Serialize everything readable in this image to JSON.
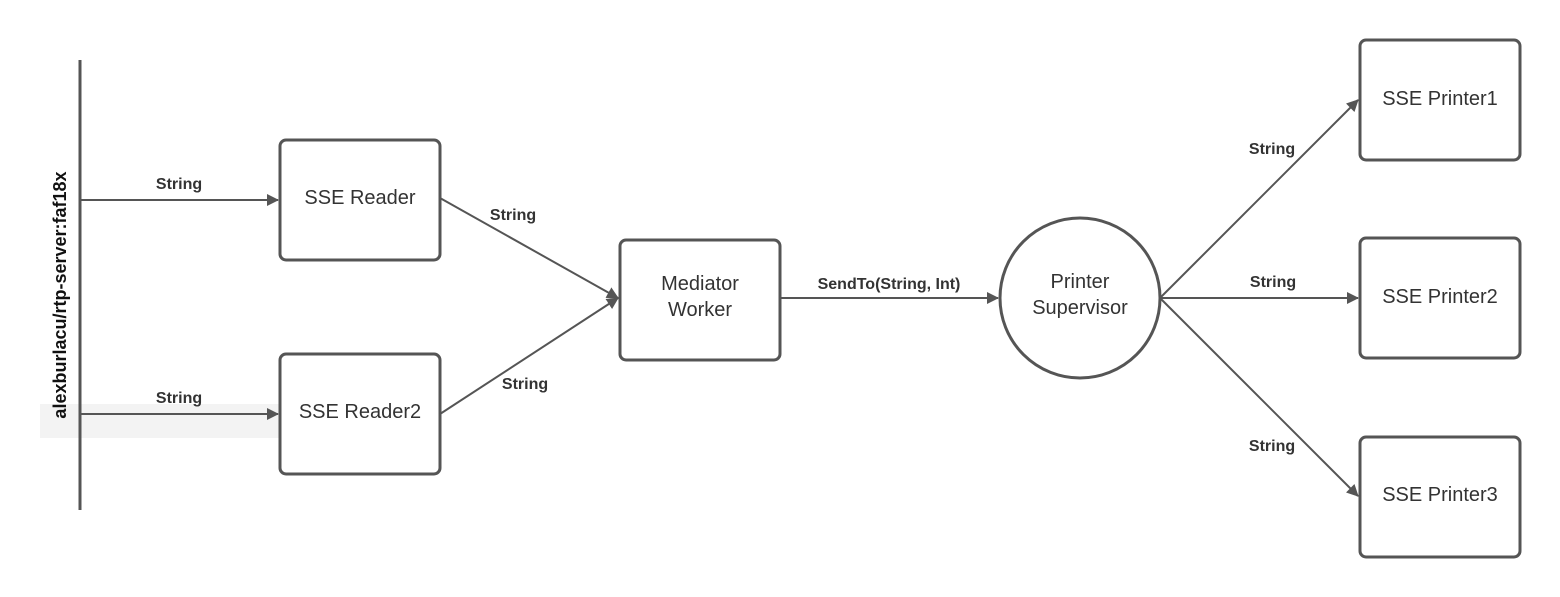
{
  "diagram": {
    "source": {
      "label": "alexburlacu/rtp-server:faf18x"
    },
    "nodes": {
      "reader1": "SSE Reader",
      "reader2": "SSE Reader2",
      "mediator_line1": "Mediator",
      "mediator_line2": "Worker",
      "supervisor_line1": "Printer",
      "supervisor_line2": "Supervisor",
      "printer1": "SSE Printer1",
      "printer2": "SSE Printer2",
      "printer3": "SSE Printer3"
    },
    "edges": {
      "source_to_reader1": "String",
      "source_to_reader2": "String",
      "reader1_to_mediator": "String",
      "reader2_to_mediator": "String",
      "mediator_to_supervisor": "SendTo(String, Int)",
      "supervisor_to_printer1": "String",
      "supervisor_to_printer2": "String",
      "supervisor_to_printer3": "String"
    },
    "colors": {
      "stroke": "#555555",
      "text": "#333333",
      "highlight": "#f3f3f3"
    }
  }
}
